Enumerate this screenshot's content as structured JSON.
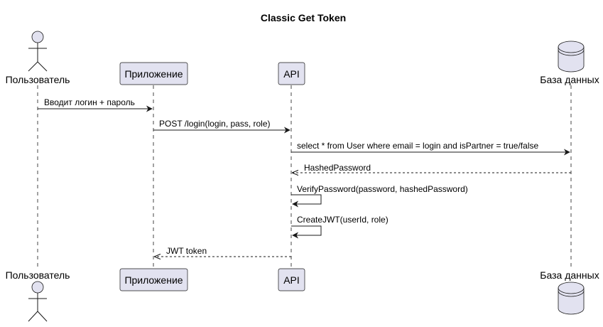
{
  "title": "Classic Get Token",
  "participants": {
    "user": "Пользователь",
    "app": "Приложение",
    "api": "API",
    "db": "База данных"
  },
  "messages": [
    "Вводит логин + пароль",
    "POST /login(login, pass, role)",
    "select * from User where email = login and isPartner = true/false",
    "HashedPassword",
    "VerifyPassword(password, hashedPassword)",
    "CreateJWT(userId, role)",
    "JWT token"
  ]
}
